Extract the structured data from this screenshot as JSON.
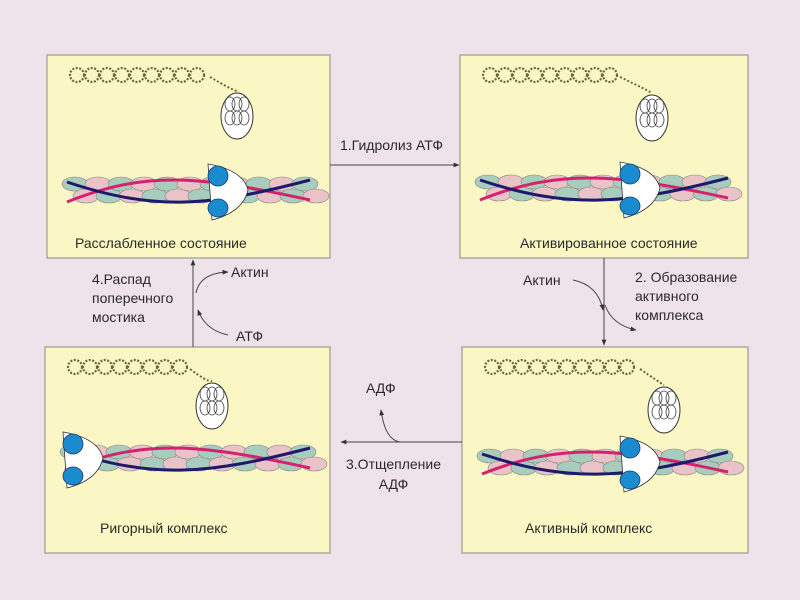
{
  "panels": {
    "relaxed": "Расслабленное состояние",
    "activated": "Активированное состояние",
    "rigor": "Ригорный комплекс",
    "active": "Активный комплекс"
  },
  "steps": {
    "step1": "1.Гидролиз АТФ",
    "step2_line1": "2. Образование",
    "step2_line2": "активного",
    "step2_line3": "комплекса",
    "step3_line1": "3.Отщепление",
    "step3_line2": "АДФ",
    "step4_line1": "4.Распад",
    "step4_line2": "поперечного",
    "step4_line3": "мостика"
  },
  "molecules": {
    "actin_in": "Актин",
    "actin_out": "Актин",
    "atp": "АТФ",
    "adp": "АДФ"
  },
  "colors": {
    "background": "#eee3ea",
    "panel": "#fbf7c4",
    "tropomyosin_pink": "#d4226f",
    "tropomyosin_navy": "#1e1a6b",
    "actin_green": "#a9cdbd",
    "actin_pink": "#eac3c8",
    "myosin_head_blue": "#1b8bd0"
  }
}
